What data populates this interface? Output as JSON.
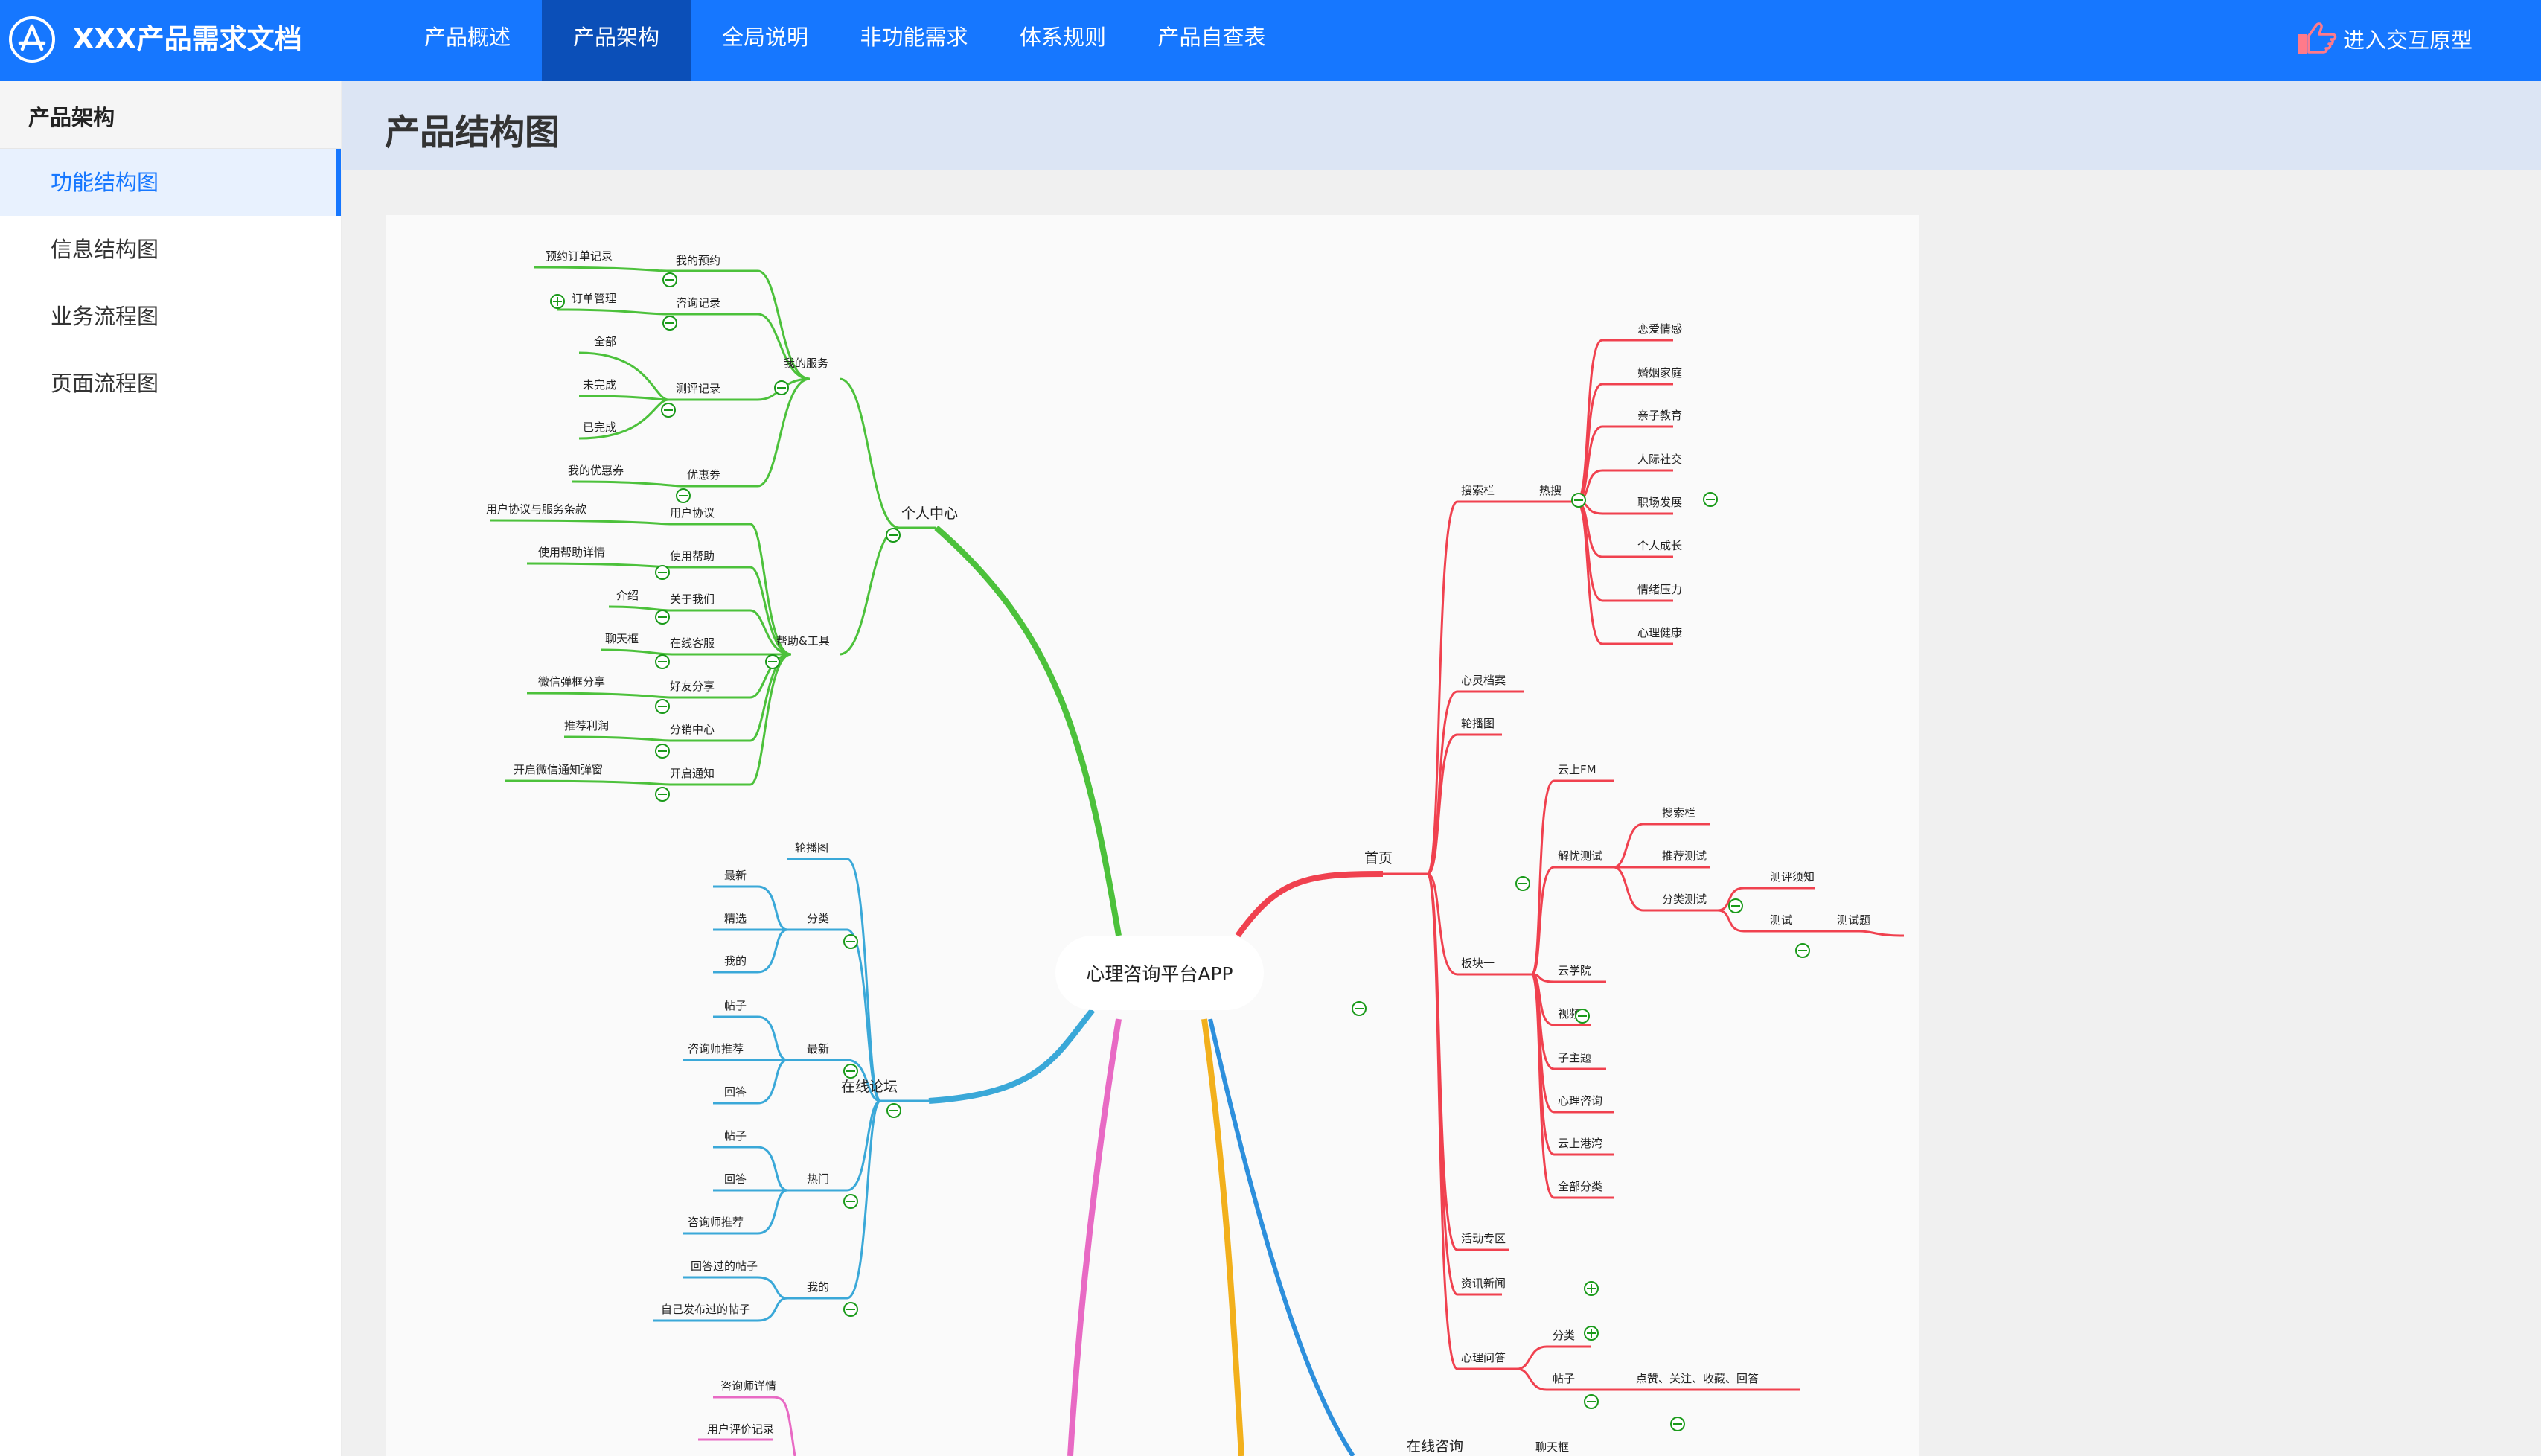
{
  "app": {
    "title": "XXX产品需求文档",
    "logo_icon": "app-store-icon"
  },
  "nav": {
    "items": [
      {
        "label": "产品概述",
        "active": false
      },
      {
        "label": "产品架构",
        "active": true
      },
      {
        "label": "全局说明",
        "active": false
      },
      {
        "label": "非功能需求",
        "active": false
      },
      {
        "label": "体系规则",
        "active": false
      },
      {
        "label": "产品自查表",
        "active": false
      }
    ],
    "prototype_label": "进入交互原型",
    "prototype_icon": "pointing-hand-icon"
  },
  "sidebar": {
    "header": "产品架构",
    "items": [
      {
        "label": "功能结构图",
        "active": true
      },
      {
        "label": "信息结构图",
        "active": false
      },
      {
        "label": "业务流程图",
        "active": false
      },
      {
        "label": "页面流程图",
        "active": false
      }
    ]
  },
  "page": {
    "title": "产品结构图"
  },
  "mindmap": {
    "root": "心理咨询平台APP",
    "colors": {
      "green": "#4cc13b",
      "red": "#f0414f",
      "blue": "#3aa8d8",
      "pink": "#e86ac4",
      "orange": "#f2b01c",
      "dark_blue": "#2d8fdc",
      "collapse": "#1a9a1a"
    },
    "labels": {
      "c1": "个人中心",
      "c2": "首页",
      "c3": "在线论坛",
      "c4": "在线咨询",
      "g_wdfw": "我的服务",
      "g_bzgj": "帮助&工具",
      "g_wdyy": "我的预约",
      "g_zxjl": "咨询记录",
      "g_cpjl": "测评记录",
      "g_yhq": "优惠券",
      "g_ydjl": "预约订单记录",
      "g_ddgl": "订单管理",
      "g_all": "全部",
      "g_wwc": "未完成",
      "g_ywc": "已完成",
      "g_wdyhq": "我的优惠券",
      "g_yhxy": "用户协议",
      "g_sybz": "使用帮助",
      "g_gywm": "关于我们",
      "g_zxkf": "在线客服",
      "g_hyfx": "好友分享",
      "g_fxzx": "分销中心",
      "g_kqtz": "开启通知",
      "g_yhxyfw": "用户协议与服务条款",
      "g_sybzxq": "使用帮助详情",
      "g_js": "介绍",
      "g_ltk": "聊天框",
      "g_wxtk": "微信弹框分享",
      "g_tjlr": "推荐利润",
      "g_kqwx": "开启微信通知弹窗",
      "r_ssl": "搜索栏",
      "r_rs": "热搜",
      "r_lq": "恋爱情感",
      "r_hy": "婚姻家庭",
      "r_qz": "亲子教育",
      "r_rj": "人际社交",
      "r_zc": "职场发展",
      "r_gr": "个人成长",
      "r_qx": "情绪压力",
      "r_xl": "心理健康",
      "r_xlda": "心灵档案",
      "r_lbt": "轮播图",
      "r_bk": "板块一",
      "r_ysfm": "云上FM",
      "r_jycs": "解忧测试",
      "r_ssl2": "搜索栏",
      "r_tjcs": "推荐测试",
      "r_flcs": "分类测试",
      "r_cpxz": "测评须知",
      "r_cs": "测试",
      "r_cst": "测试题",
      "r_yxy": "云学院",
      "r_sp": "视频",
      "r_zzt": "子主题",
      "r_xlzx": "心理咨询",
      "r_ysgw": "云上港湾",
      "r_qbfl": "全部分类",
      "r_hdzq": "活动专区",
      "r_zxxw": "资讯新闻",
      "r_xlwd": "心理问答",
      "r_fl": "分类",
      "r_tz": "帖子",
      "r_dz": "点赞、关注、收藏、回答",
      "b_lbt": "轮播图",
      "b_fl": "分类",
      "b_zx": "最新",
      "b_jx": "精选",
      "b_wd": "我的",
      "b_zxn": "最新",
      "b_tz": "帖子",
      "b_zxstj": "咨询师推荐",
      "b_hd": "回答",
      "b_rm": "热门",
      "b_tz2": "帖子",
      "b_hd2": "回答",
      "b_zxstj2": "咨询师推荐",
      "b_wd2": "我的",
      "b_hdgd": "回答过的帖子",
      "b_zjfb": "自己发布过的帖子",
      "p_zxsxq": "咨询师详情",
      "p_yhpj": "用户评价记录",
      "o_ltk": "聊天框"
    }
  }
}
